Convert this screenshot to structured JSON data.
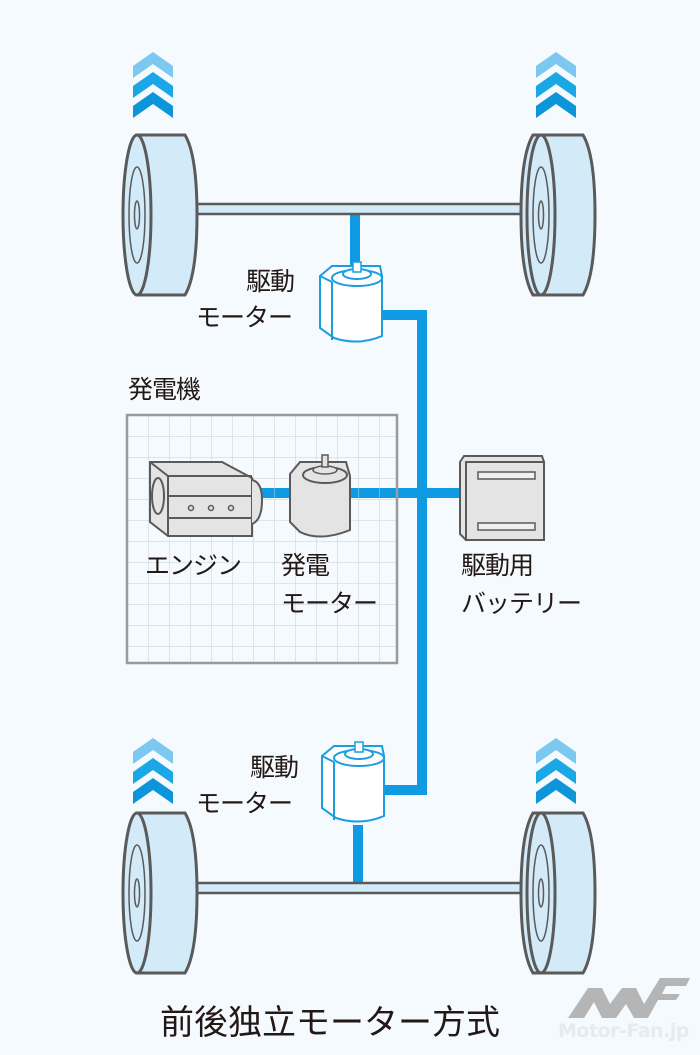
{
  "diagram": {
    "title": "前後独立モーター方式",
    "labels": {
      "front_motor": [
        "駆動",
        "モーター"
      ],
      "generator_group": "発電機",
      "engine": "エンジン",
      "generator_motor": [
        "発電",
        "モーター"
      ],
      "battery": [
        "駆動用",
        "バッテリー"
      ],
      "rear_motor": [
        "駆動",
        "モーター"
      ]
    },
    "components": [
      {
        "id": "front-left-wheel",
        "type": "wheel"
      },
      {
        "id": "front-right-wheel",
        "type": "wheel"
      },
      {
        "id": "front-axle",
        "type": "axle"
      },
      {
        "id": "front-drive-motor",
        "type": "motor"
      },
      {
        "id": "engine",
        "type": "engine"
      },
      {
        "id": "generator-motor",
        "type": "motor"
      },
      {
        "id": "drive-battery",
        "type": "battery"
      },
      {
        "id": "rear-drive-motor",
        "type": "motor"
      },
      {
        "id": "rear-axle",
        "type": "axle"
      },
      {
        "id": "rear-left-wheel",
        "type": "wheel"
      },
      {
        "id": "rear-right-wheel",
        "type": "wheel"
      }
    ],
    "connections": [
      {
        "from": "front-drive-motor",
        "to": "front-axle"
      },
      {
        "from": "front-drive-motor",
        "to": "drive-battery"
      },
      {
        "from": "engine",
        "to": "generator-motor"
      },
      {
        "from": "generator-motor",
        "to": "drive-battery"
      },
      {
        "from": "rear-drive-motor",
        "to": "drive-battery"
      },
      {
        "from": "rear-drive-motor",
        "to": "rear-axle"
      }
    ],
    "icons": [
      "chevron-up-icon",
      "chevron-up-icon",
      "chevron-up-icon",
      "chevron-up-icon"
    ]
  },
  "logo": {
    "text": "Motor-Fan.jp"
  },
  "colors": {
    "background": "#f5fafe",
    "power_line": "#0f9be3",
    "wheel_fill": "#d3eaf8",
    "outline": "#5a5a5a",
    "chevron_light": "#7cc8f0",
    "chevron_mid": "#1aa7e6",
    "chevron_dark": "#0d95d9",
    "grid_box": "#9a9a9a",
    "motor_outline": "#1a9ee0",
    "logo": "#b5b5b5"
  }
}
